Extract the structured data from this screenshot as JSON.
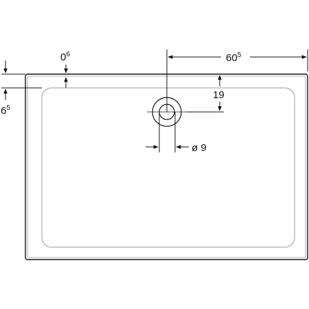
{
  "colors": {
    "line": "#111111",
    "outline_light": "#999999",
    "background": "#ffffff"
  },
  "dimensions": {
    "top_gap": {
      "main": "0",
      "sup": "6"
    },
    "left_edge": {
      "main": "6",
      "sup": "5"
    },
    "drain_offset_x": {
      "main": "60",
      "sup": "5"
    },
    "drain_offset_y": {
      "main": "19"
    },
    "drain_diameter": {
      "main": "ø 9"
    }
  }
}
